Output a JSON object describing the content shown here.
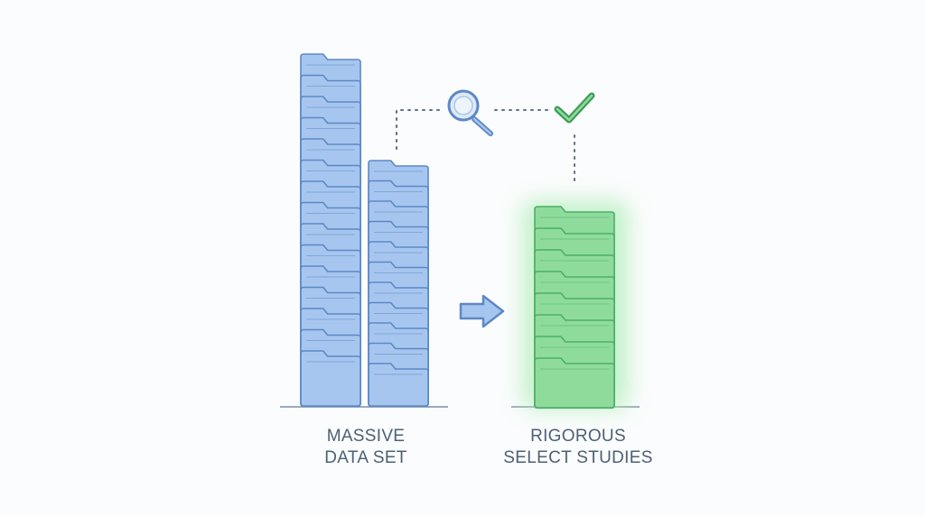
{
  "left_label": {
    "line1": "MASSIVE",
    "line2": "DATA SET"
  },
  "right_label": {
    "line1": "RIGOROUS",
    "line2": "SELECT STUDIES"
  },
  "icons": {
    "search": "magnifier-icon",
    "check": "checkmark-icon",
    "arrow": "right-arrow-icon",
    "folder": "folder-icon"
  },
  "colors": {
    "blue_fill": "#a7c6ef",
    "blue_stroke": "#5d88c6",
    "green_fill": "#8fdb9c",
    "green_stroke": "#4cb066",
    "green_glow": "#b9f0c1",
    "text": "#4d6075",
    "baseline": "#7d8fa5"
  }
}
